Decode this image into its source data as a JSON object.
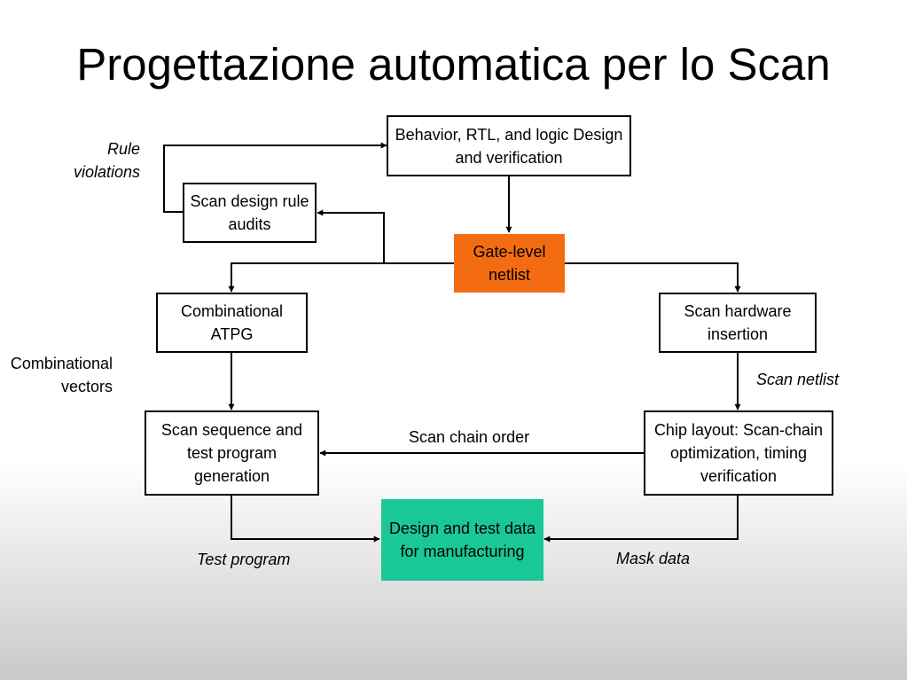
{
  "title": "Progettazione automatica per lo Scan",
  "boxes": {
    "behavior": "Behavior, RTL, and logic Design and verification",
    "scan_audits": "Scan design rule audits",
    "gate_netlist": "Gate-level netlist",
    "comb_atpg": "Combinational ATPG",
    "scan_hw": "Scan hardware insertion",
    "scan_seq": "Scan sequence and test program generation",
    "chip_layout": "Chip layout: Scan-chain optimization, timing verification",
    "design_test": "Design and test data for manufacturing"
  },
  "labels": {
    "rule_violations": "Rule violations",
    "comb_vectors": "Combinational vectors",
    "scan_netlist": "Scan netlist",
    "scan_chain_order": "Scan chain order",
    "test_program": "Test program",
    "mask_data": "Mask data"
  },
  "colors": {
    "gate_netlist_fill": "#f46c12",
    "design_test_fill": "#19c896",
    "line": "#000000"
  }
}
